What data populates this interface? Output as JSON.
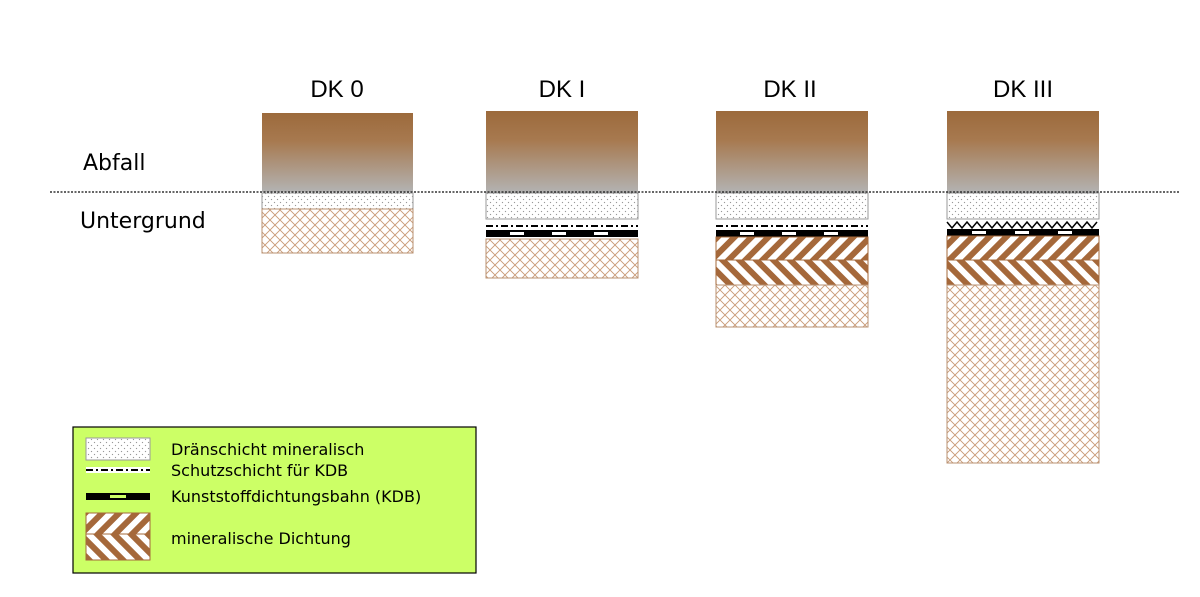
{
  "columns": [
    {
      "label": "DK 0"
    },
    {
      "label": "DK I"
    },
    {
      "label": "DK II"
    },
    {
      "label": "DK III"
    }
  ],
  "side_labels": {
    "top": "Abfall",
    "bottom": "Untergrund"
  },
  "legend": {
    "items": [
      "Dränschicht mineralisch",
      "Schutzschicht für KDB",
      "Kunststoffdichtungsbahn (KDB)",
      "mineralische Dichtung"
    ],
    "background": "#ccff66"
  },
  "colors": {
    "waste_top": "#9c6a3c",
    "waste_bottom": "#b3b3b3",
    "hatch": "#a5683a",
    "crosshatch": "#c89a76",
    "drainage_dots": "#999999",
    "membrane": "#000000"
  }
}
